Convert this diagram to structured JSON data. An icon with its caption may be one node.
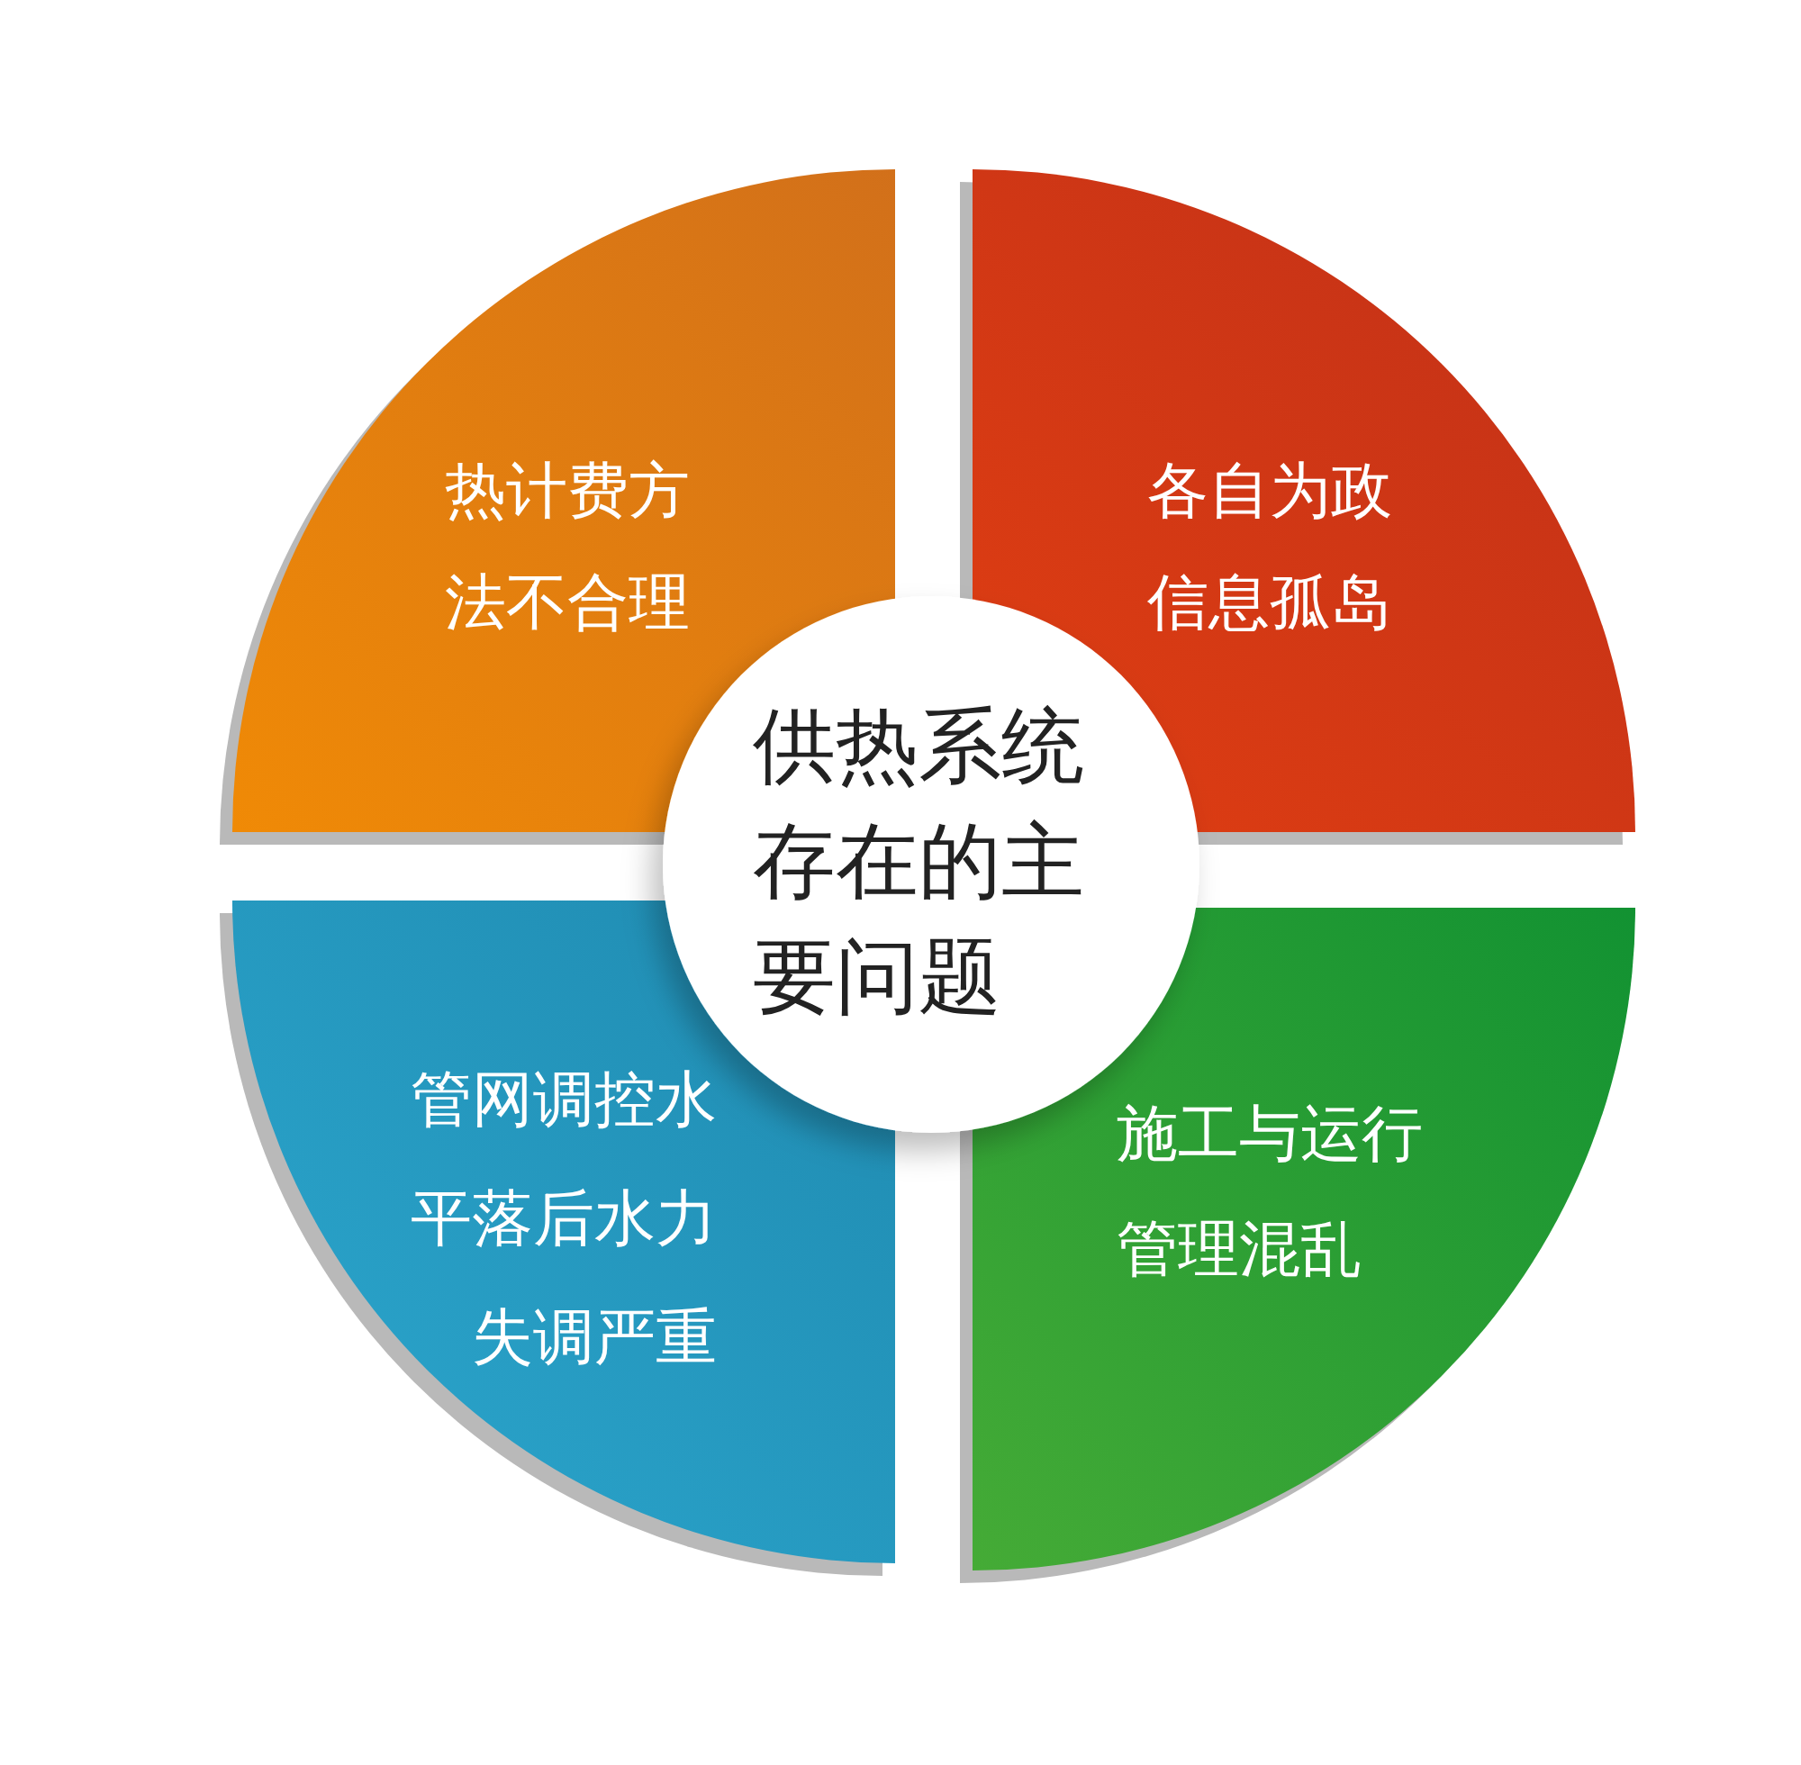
{
  "diagram": {
    "nodes": [
      {
        "text": [
          "供热系统存在的主要问题"
        ]
      },
      {
        "text": [
          "热计费方法不合理"
        ]
      },
      {
        "text": [
          "各自为政信息孤岛"
        ]
      },
      {
        "text": [
          "管网调控水平落后水力失调严重"
        ]
      },
      {
        "text": [
          "施工与运行管理混乱"
        ]
      }
    ],
    "edges": []
  }
}
